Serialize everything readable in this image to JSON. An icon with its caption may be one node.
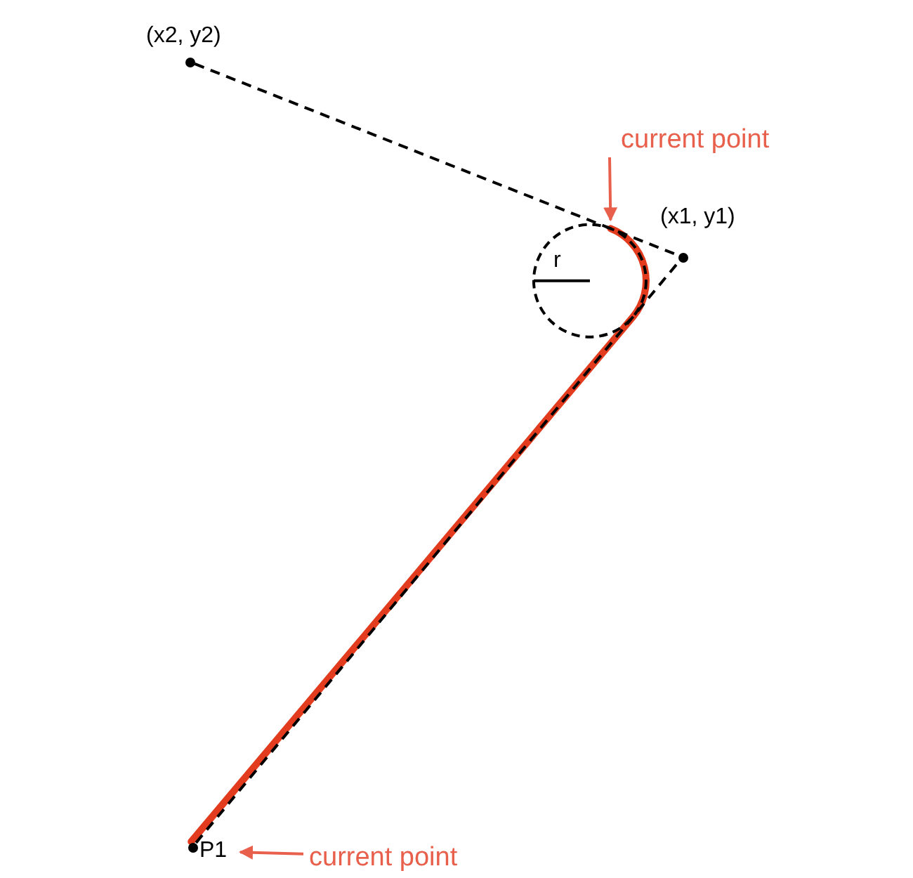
{
  "diagram": {
    "nodes": [
      {
        "text": [
          "(x2, y2)"
        ]
      },
      {
        "text": [
          "current point"
        ]
      },
      {
        "text": [
          "(x1, y1)"
        ]
      },
      {
        "text": [
          "P1"
        ]
      },
      {
        "text": [
          "current point"
        ]
      }
    ],
    "edges": [
      {
        "from": 0,
        "to": 2,
        "arrow": "none",
        "style": "dashed"
      },
      {
        "from": 3,
        "to": 2,
        "arrow": "none",
        "style": "dashed"
      },
      {
        "from": 1,
        "to": null,
        "arrow": "to",
        "color": "#e8604c"
      },
      {
        "from": 4,
        "to": 3,
        "arrow": "to",
        "color": "#e8604c"
      },
      {
        "from": 3,
        "to": null,
        "arrow": "none",
        "style": "thick",
        "color": "#e23b1e"
      }
    ],
    "labels": [
      "r"
    ]
  }
}
